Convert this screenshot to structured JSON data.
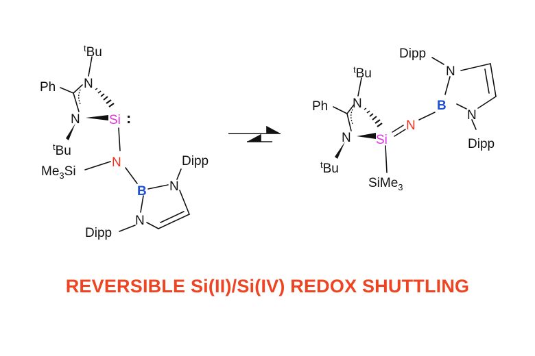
{
  "colors": {
    "si": "#dd33dd",
    "n_red": "#ee3322",
    "b": "#1f4fd6",
    "text": "#111111",
    "caption": "#ee4422"
  },
  "labels": {
    "t": "t",
    "bu": "Bu",
    "ph": "Ph",
    "n": "N",
    "si": "Si",
    "b": "B",
    "dipp": "Dipp",
    "me": "Me",
    "three": "3",
    "si_suffix": "Si",
    "sime_prefix": "SiMe",
    "lone_pair": ":"
  },
  "caption": "REVERSIBLE Si(II)/Si(IV) REDOX SHUTTLING"
}
